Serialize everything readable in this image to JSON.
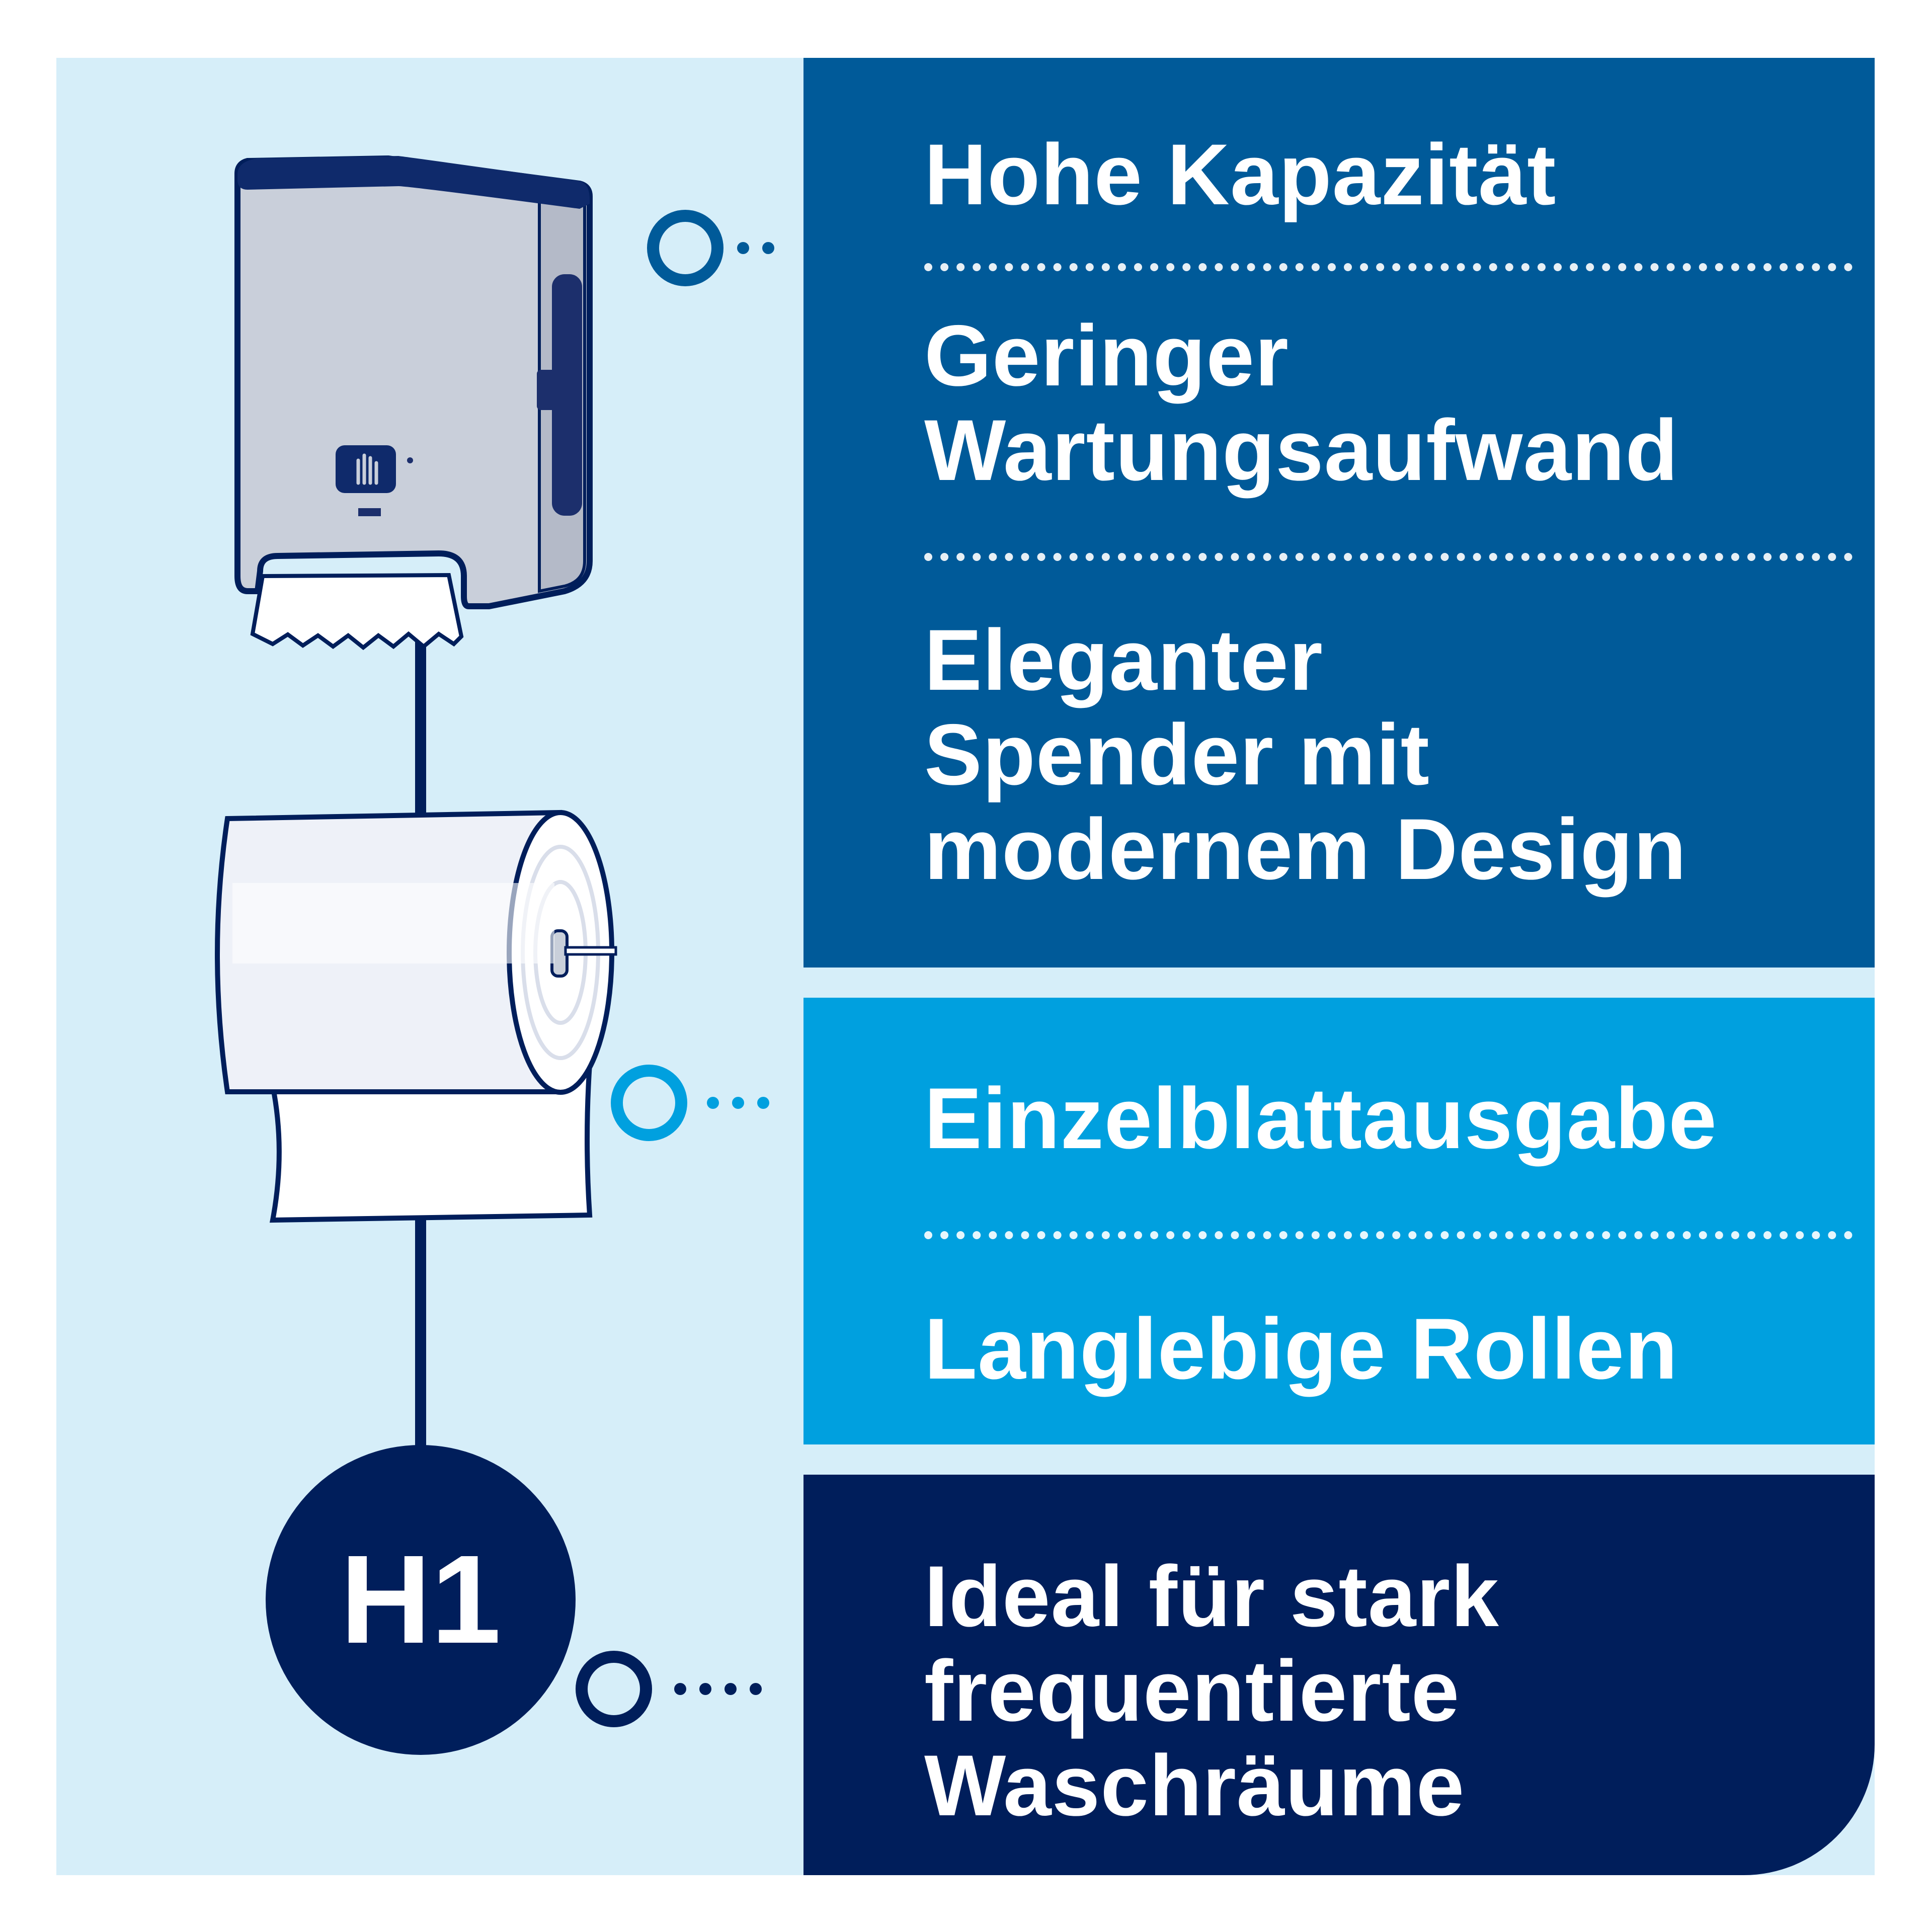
{
  "colors": {
    "background": "#d6eef9",
    "dark_blue_panel": "#005a99",
    "light_blue_panel": "#00a0df",
    "navy_panel": "#001e5b",
    "text": "#ffffff"
  },
  "features_top": [
    "Hohe Kapazität",
    "Geringer Wartungsaufwand",
    "Eleganter Spender mit modernem Design"
  ],
  "features_top_lines": [
    [
      "Hohe Kapazität"
    ],
    [
      "Geringer",
      "Wartungsaufwand"
    ],
    [
      "Eleganter",
      "Spender mit",
      "modernem Design"
    ]
  ],
  "features_mid": [
    "Einzelblattausgabe",
    "Langlebige Rollen"
  ],
  "features_bot_lines": [
    "Ideal für stark",
    "frequentierte",
    "Waschräume"
  ],
  "badge": "H1",
  "icons": [
    "towel-dispenser-icon",
    "hand-sensor-icon",
    "paper-roll-icon",
    "connector-circle-icon"
  ]
}
